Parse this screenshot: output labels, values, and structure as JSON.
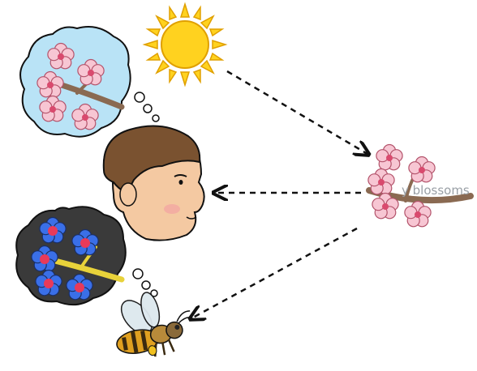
{
  "diagram": {
    "labels": {
      "branch_label": "y blossoms"
    },
    "nodes": [
      {
        "id": "sun",
        "icon": "sun-icon"
      },
      {
        "id": "human-view",
        "icon": "human-view-blossom-icon"
      },
      {
        "id": "human",
        "icon": "boy-face-icon"
      },
      {
        "id": "bee-view",
        "icon": "bee-view-blossom-icon"
      },
      {
        "id": "bee",
        "icon": "bee-icon"
      },
      {
        "id": "branch",
        "icon": "cherry-branch-icon"
      }
    ],
    "arrows": [
      {
        "from": "sun",
        "to": "branch",
        "style": "dashed"
      },
      {
        "from": "branch",
        "to": "human",
        "style": "dashed"
      },
      {
        "from": "branch",
        "to": "bee",
        "style": "dashed"
      }
    ],
    "colors": {
      "sun": "#ffd21f",
      "sun_outline": "#e0a000",
      "human_view_bg": "#b9e3f6",
      "bee_view_bg": "#3a3a3a",
      "petal": "#f7c6d3",
      "uv_petal": "#3a6fe8",
      "uv_center": "#e83a5a",
      "hair": "#7a5230",
      "skin": "#f4c9a2",
      "branch_wood": "#8a6a52",
      "arrow": "#111111"
    }
  }
}
